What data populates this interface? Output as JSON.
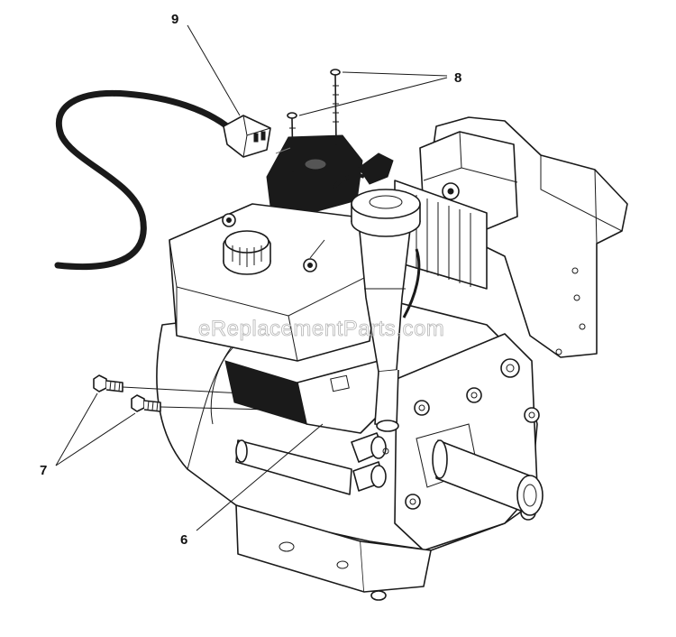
{
  "watermark": "eReplacementParts.com",
  "callouts": {
    "part_6": "6",
    "part_7": "7",
    "part_8": "8",
    "part_9": "9"
  }
}
